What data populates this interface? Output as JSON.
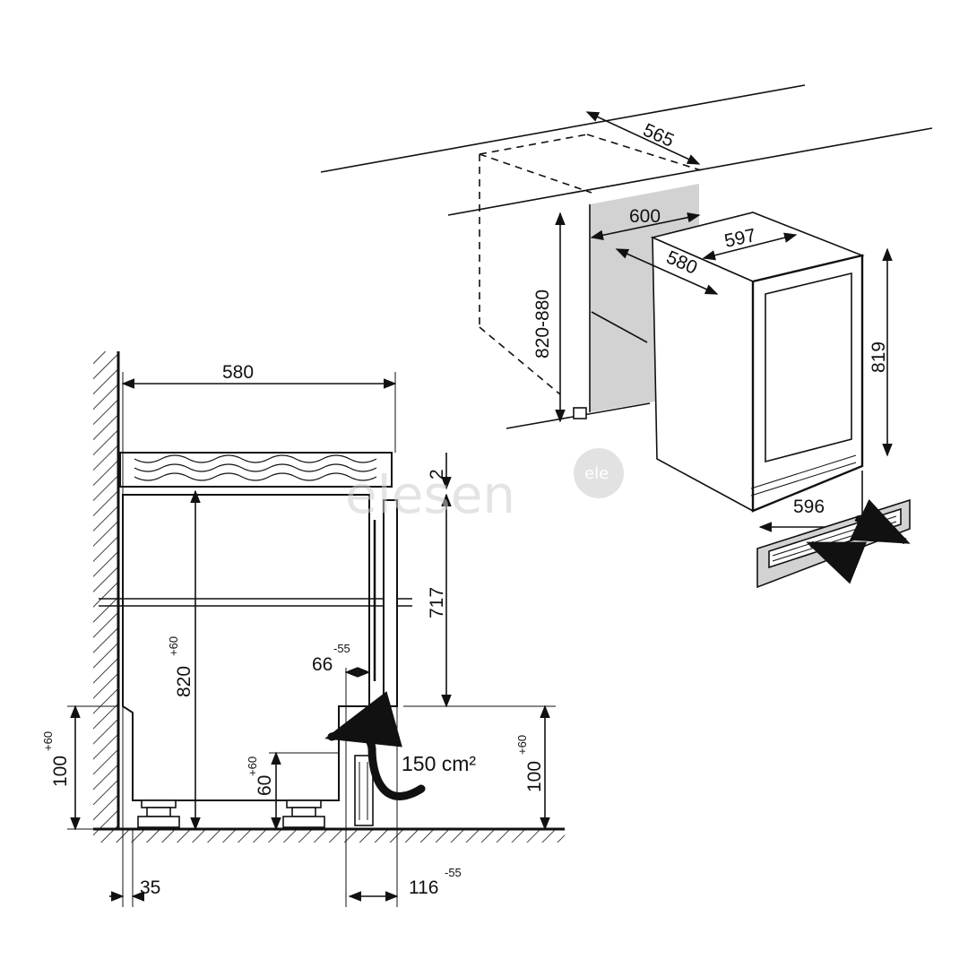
{
  "iso_dimensions": {
    "depth_top": "565",
    "niche_width": "600",
    "appliance_width": "597",
    "appliance_depth": "580",
    "niche_height": "820-880",
    "appliance_height": "819",
    "plinth_width": "596"
  },
  "side_dimensions": {
    "depth": "580",
    "top_gap": "2",
    "door_height": "717",
    "niche_height": "820",
    "niche_height_tol": "+60",
    "door_gap": "66",
    "door_gap_tol": "-55",
    "left_plinth": "100",
    "left_plinth_tol": "+60",
    "right_plinth": "100",
    "right_plinth_tol": "+60",
    "feet_height": "60",
    "feet_height_tol": "+60",
    "vent_area": "150 cm²",
    "wall_offset": "35",
    "front_offset": "116",
    "front_offset_tol": "-55"
  },
  "watermark": {
    "text": "elesen",
    "badge": "ele"
  },
  "colors": {
    "line": "#111111",
    "shade": "#d2d2d2",
    "watermark": "#cfcfcf"
  }
}
